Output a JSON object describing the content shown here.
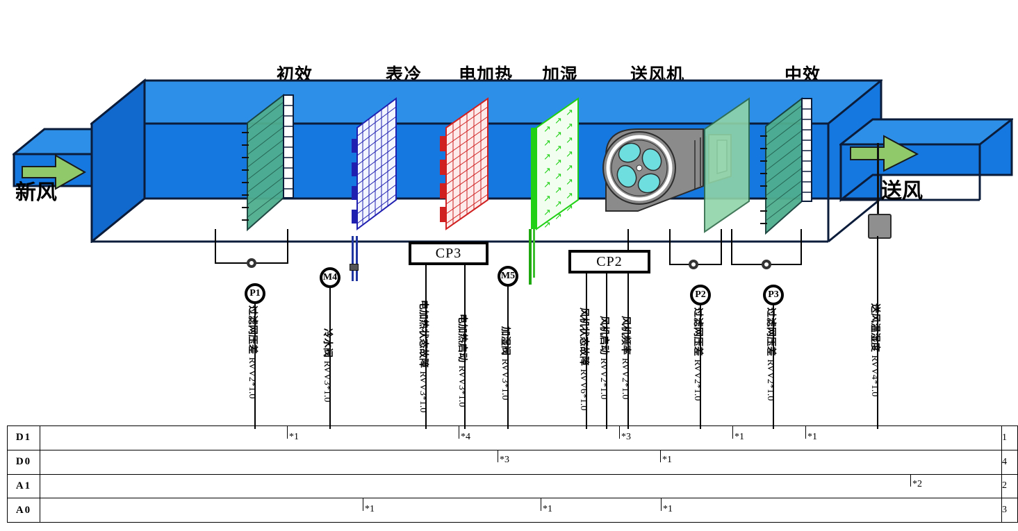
{
  "diagram": {
    "title_labels": [
      {
        "text": "初效",
        "name": "label-primary-filter"
      },
      {
        "text": "表冷",
        "name": "label-cooling-coil"
      },
      {
        "text": "电加热",
        "name": "label-electric-heater"
      },
      {
        "text": "加湿",
        "name": "label-humidifier"
      },
      {
        "text": "送风机",
        "name": "label-supply-fan"
      },
      {
        "text": "中效",
        "name": "label-medium-filter"
      }
    ],
    "inlet_label": "新风",
    "outlet_label": "送风",
    "controller_boxes": [
      {
        "label": "CP3"
      },
      {
        "label": "CP2"
      }
    ],
    "device_tags": [
      {
        "label": "P1"
      },
      {
        "label": "M4"
      },
      {
        "label": "M5"
      },
      {
        "label": "P2"
      },
      {
        "label": "P3"
      }
    ],
    "points": [
      {
        "cn": "过滤网压差",
        "cable": "RVV2*1.0"
      },
      {
        "cn": "冷水阀",
        "cable": "RVV3*1.0"
      },
      {
        "cn": "电加热状态故障",
        "cable": "RVV3*1.0"
      },
      {
        "cn": "电加热启动",
        "cable": "RVV3*1.0"
      },
      {
        "cn": "加湿阀",
        "cable": "RVV3*1.0"
      },
      {
        "cn": "风机状态故障",
        "cable": "RVV6*1.0"
      },
      {
        "cn": "风机启动",
        "cable": "RVV2*1.0"
      },
      {
        "cn": "风机频率",
        "cable": "RVV2*1.0"
      },
      {
        "cn": "过滤网压差",
        "cable": "RVV2*1.0"
      },
      {
        "cn": "过滤网压差",
        "cable": "RVV2*1.0"
      },
      {
        "cn": "送风温湿度",
        "cable": "RVV4*1.0"
      }
    ]
  },
  "io_table": {
    "rows": [
      {
        "label": "D1",
        "marks": [
          "*1",
          "*4",
          "*3",
          "*1",
          "*1"
        ],
        "total": "1"
      },
      {
        "label": "D0",
        "marks": [
          "*3",
          "*1"
        ],
        "total": "4"
      },
      {
        "label": "A1",
        "marks": [
          "*2"
        ],
        "total": "2"
      },
      {
        "label": "A0",
        "marks": [
          "*1",
          "*1",
          "*1"
        ],
        "total": "3"
      }
    ]
  },
  "colors": {
    "duct_blue": "#1577e0",
    "duct_top": "#2e8fe8",
    "arrow_green": "#8fc96a",
    "filter_green": "#4fae8f",
    "heater_red": "#d02020",
    "humid_green": "#1fd014",
    "fan_gray": "#8b8b8b",
    "fan_blade": "#6fdede",
    "coil_blue": "#2020b0",
    "medium_filter_green": "#8fd4a8"
  }
}
